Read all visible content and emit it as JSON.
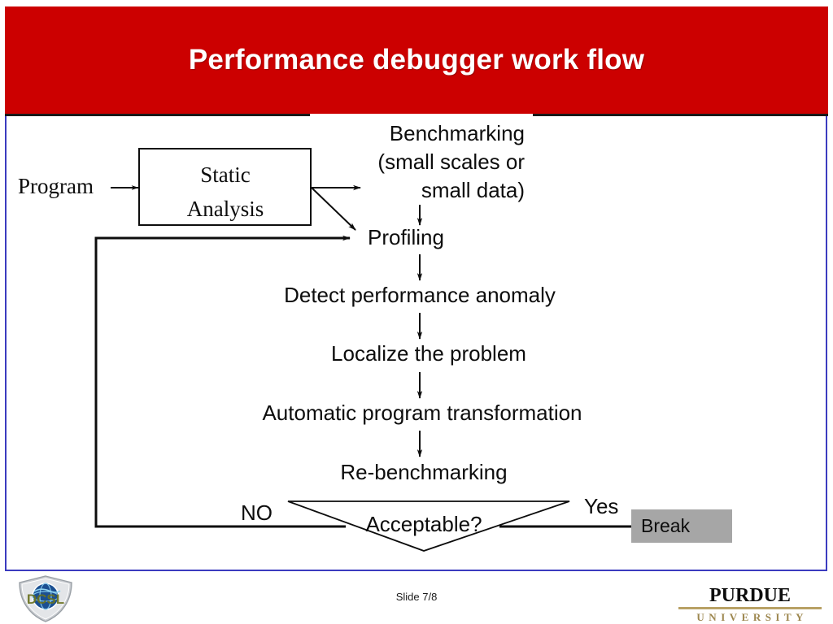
{
  "slide": {
    "title": "Performance debugger work flow",
    "banner_color": "#cc0000",
    "frame_color": "#3b3bbf",
    "background_color": "#ffffff"
  },
  "flow": {
    "input_label": "Program",
    "static_analysis_box": "Static Analysis",
    "static_analysis_line1": "Static",
    "static_analysis_line2": "Analysis",
    "benchmarking_line1": "Benchmarking",
    "benchmarking_line2": "(small scales or",
    "benchmarking_line3": "small data)",
    "profiling": "Profiling",
    "detect": "Detect performance anomaly",
    "localize": "Localize the problem",
    "transform": "Automatic program transformation",
    "rebenchmark": "Re-benchmarking",
    "decision": "Acceptable?",
    "branch_no": "NO",
    "branch_yes": "Yes",
    "terminal": "Break",
    "terminal_color": "#a6a6a6"
  },
  "footer": {
    "slide_number": "Slide 7/8",
    "dcsl_text": "DCSL",
    "purdue_word": "Purdue",
    "purdue_subtitle": "UNIVERSITY",
    "purdue_gold": "#9d874f"
  }
}
